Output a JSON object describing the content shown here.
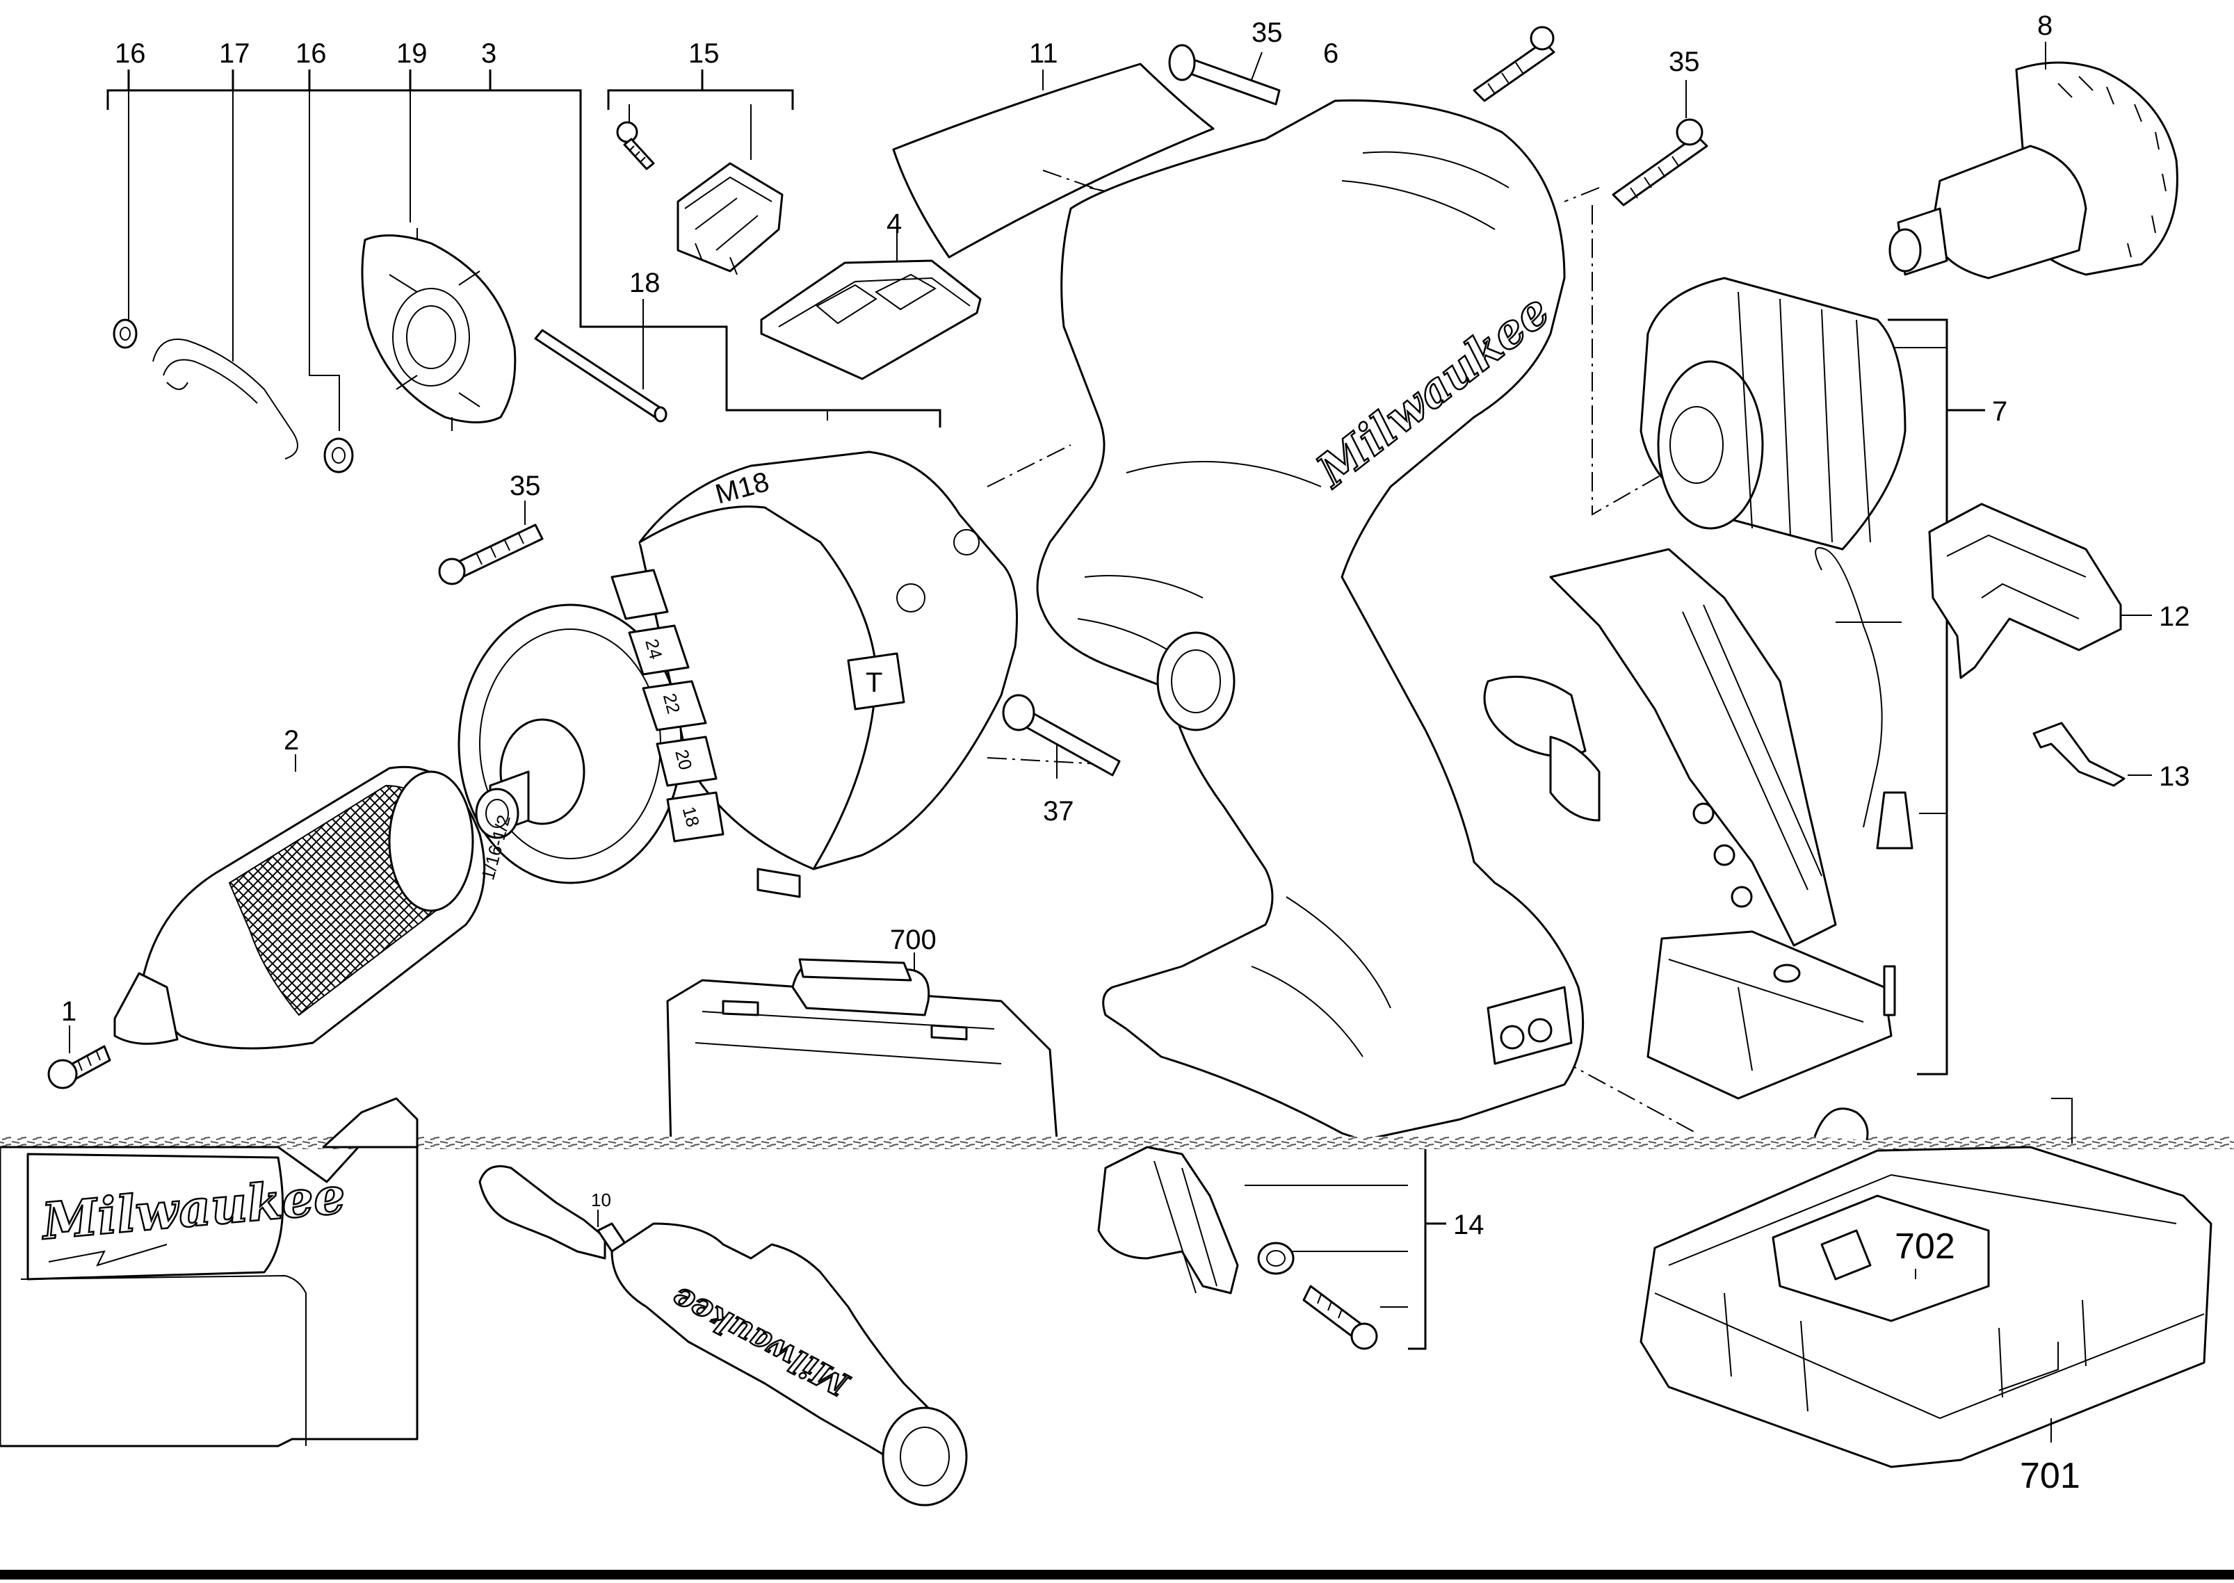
{
  "diagram": {
    "part_labels": {
      "p1": "1",
      "p2": "2",
      "p3": "3",
      "p4": "4",
      "p6": "6",
      "p7": "7",
      "p8": "8",
      "p10": "10",
      "p11": "11",
      "p12": "12",
      "p13": "13",
      "p14": "14",
      "p15": "15",
      "p16a": "16",
      "p16b": "16",
      "p17": "17",
      "p18": "18",
      "p19": "19",
      "p35a": "35",
      "p35b": "35",
      "p35c": "35",
      "p37": "37",
      "p700": "700",
      "p701": "701",
      "p702": "702"
    },
    "printed_text": {
      "brand": "Milwaukee",
      "chuck_marking": "1/16-1/2",
      "gear_top": "M18",
      "gear_side": "T",
      "dial_numbers": [
        "24",
        "22",
        "20",
        "18"
      ]
    },
    "colors": {
      "ink": "#000000",
      "paper": "#ffffff"
    }
  }
}
